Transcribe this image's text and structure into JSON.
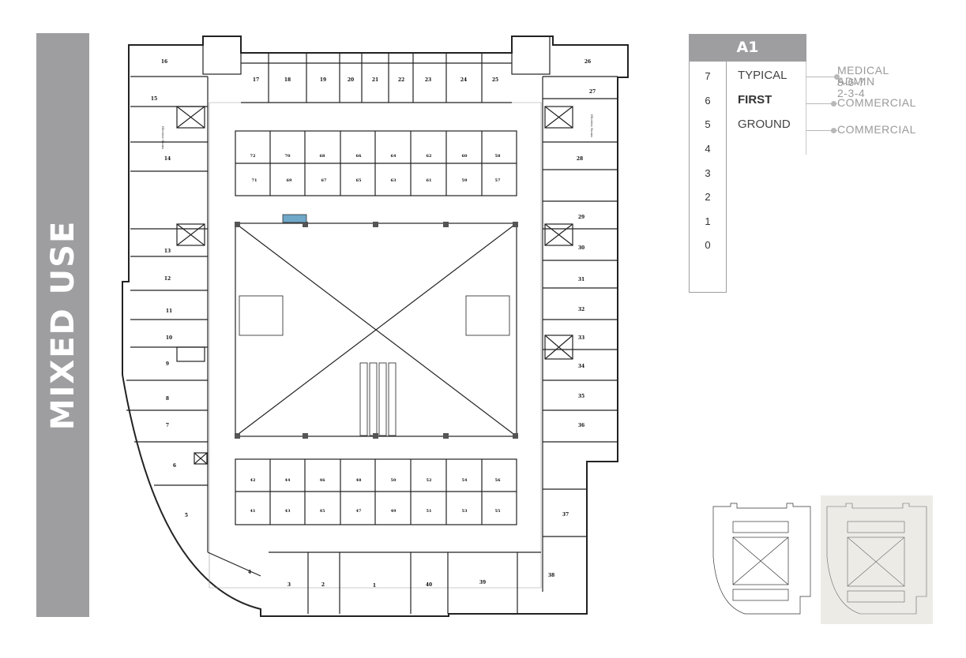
{
  "sidebar": {
    "title": "MIXED USE"
  },
  "legend": {
    "block": "A1",
    "floors": [
      "7",
      "6",
      "5",
      "4",
      "3",
      "2",
      "1",
      "0"
    ],
    "floor_names": {
      "typical": "TYPICAL",
      "first": "FIRST",
      "ground": "GROUND"
    },
    "uses": {
      "typical_line1": "MEDICAL 5-6-7",
      "typical_line2": "ADMIN 2-3-4",
      "first": "COMMERCIAL",
      "ground": "COMMERCIAL"
    }
  },
  "plan": {
    "units_left": [
      "16",
      "15",
      "14",
      "13",
      "12",
      "11",
      "10",
      "9",
      "8",
      "7",
      "6",
      "5",
      "4"
    ],
    "units_top": [
      "17",
      "18",
      "19",
      "20",
      "21",
      "22",
      "23",
      "24",
      "25"
    ],
    "units_right": [
      "26",
      "27",
      "28",
      "29",
      "30",
      "31",
      "32",
      "33",
      "34",
      "35",
      "36",
      "37",
      "38"
    ],
    "units_bottom": [
      "3",
      "2",
      "1",
      "40",
      "39"
    ],
    "kiosks_top_row": [
      "72",
      "70",
      "68",
      "66",
      "64",
      "62",
      "60",
      "58"
    ],
    "kiosks_top_row2": [
      "71",
      "69",
      "67",
      "65",
      "63",
      "61",
      "59",
      "57"
    ],
    "kiosks_bottom_row": [
      "42",
      "44",
      "46",
      "48",
      "50",
      "52",
      "54",
      "56"
    ],
    "kiosks_bottom_row2": [
      "41",
      "43",
      "45",
      "47",
      "49",
      "51",
      "53",
      "55"
    ],
    "electric_room": "Electric Room"
  },
  "colors": {
    "banner": "#9e9ea1",
    "accent_box": "#6fa8c8"
  }
}
